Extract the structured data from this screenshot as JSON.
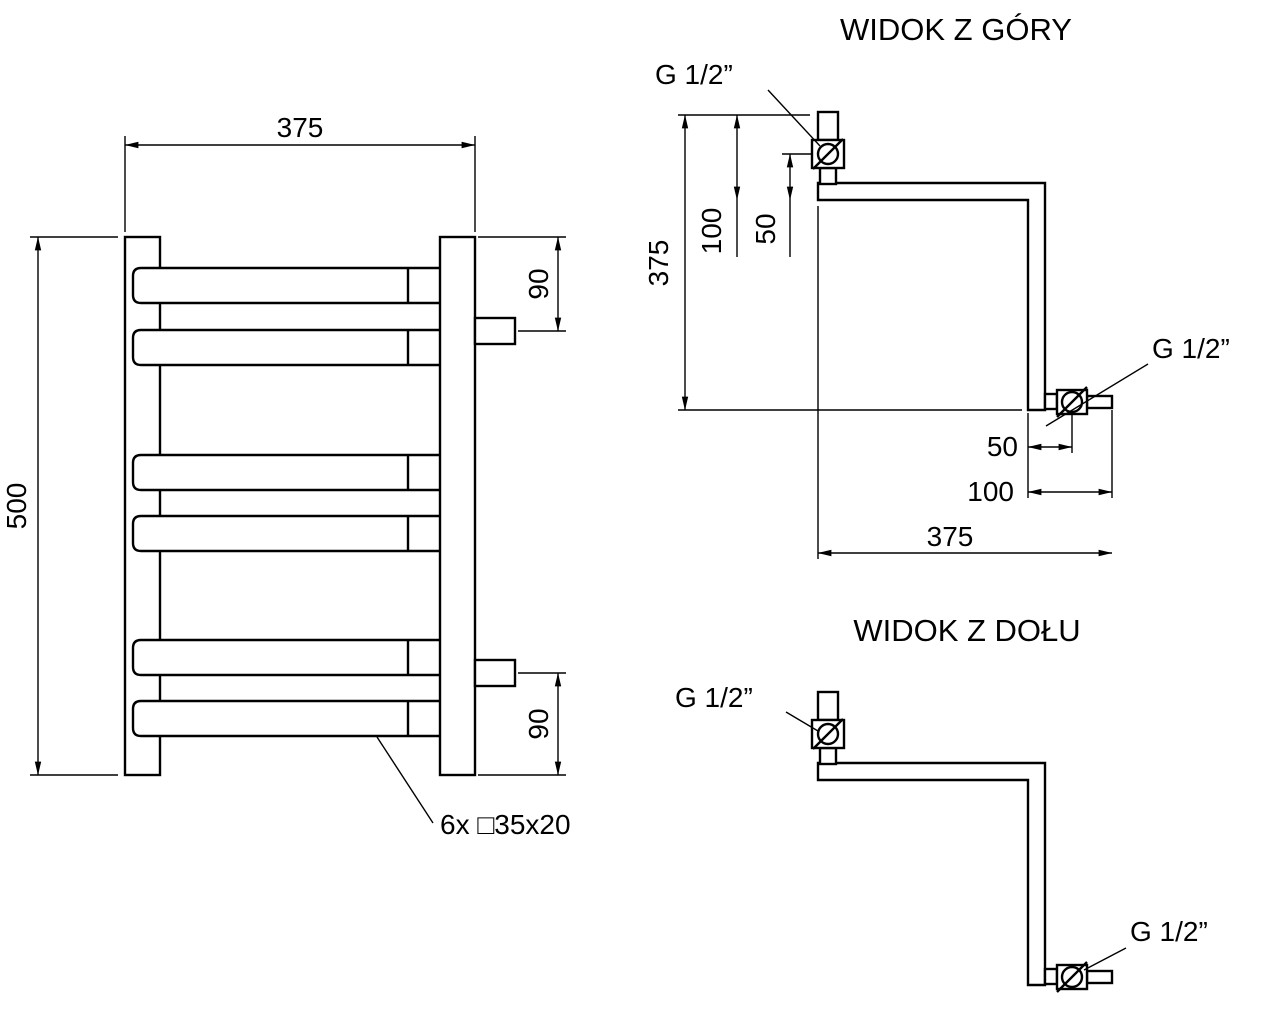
{
  "front_view": {
    "dim_width_top": "375",
    "dim_height_left": "500",
    "dim_offset_top_right": "90",
    "dim_offset_bottom_right": "90",
    "rung_spec_label": "6x □35x20"
  },
  "top_view": {
    "title": "WIDOK Z GÓRY",
    "thread_label_left": "G 1/2”",
    "thread_label_right": "G 1/2”",
    "dim_vertical_total": "375",
    "dim_vertical_100": "100",
    "dim_vertical_50": "50",
    "dim_horizontal_50": "50",
    "dim_horizontal_100": "100",
    "dim_horizontal_total": "375"
  },
  "bottom_view": {
    "title": "WIDOK Z DOŁU",
    "thread_label_left": "G 1/2”",
    "thread_label_right": "G 1/2”"
  },
  "colors": {
    "line": "#000000",
    "background": "#ffffff"
  }
}
